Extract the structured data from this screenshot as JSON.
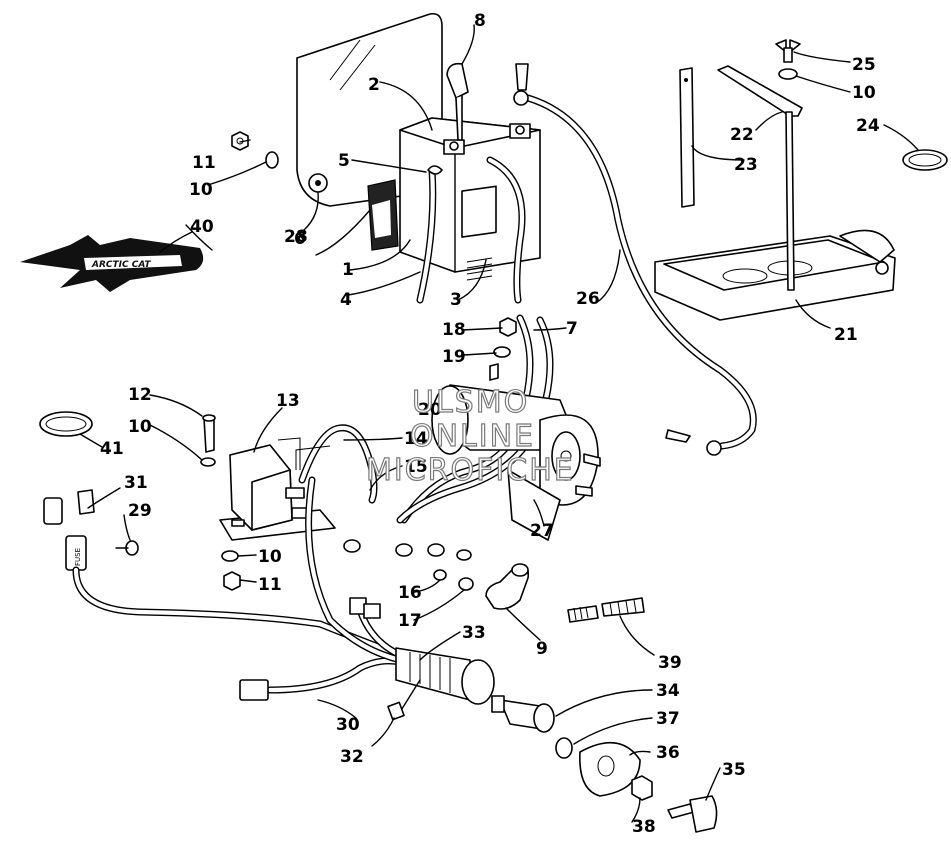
{
  "watermark": [
    "ULSMO",
    "ONLINE",
    "MICROFICHE"
  ],
  "logo_text": "ARCTIC CAT",
  "battery_label_text": "",
  "fuse_label": "FUSE",
  "callouts": [
    "1",
    "2",
    "3",
    "4",
    "5",
    "6",
    "7",
    "8",
    "9",
    "10",
    "10",
    "10",
    "10",
    "11",
    "11",
    "12",
    "13",
    "14",
    "15",
    "16",
    "17",
    "18",
    "19",
    "20",
    "21",
    "22",
    "23",
    "24",
    "25",
    "26",
    "27",
    "28",
    "29",
    "30",
    "31",
    "32",
    "33",
    "34",
    "35",
    "36",
    "37",
    "38",
    "39",
    "40",
    "41"
  ],
  "colors": {
    "ink": "#000000",
    "paper": "#ffffff",
    "watermark_outline": "#7a7a7a",
    "logo_dark": "#111111"
  }
}
